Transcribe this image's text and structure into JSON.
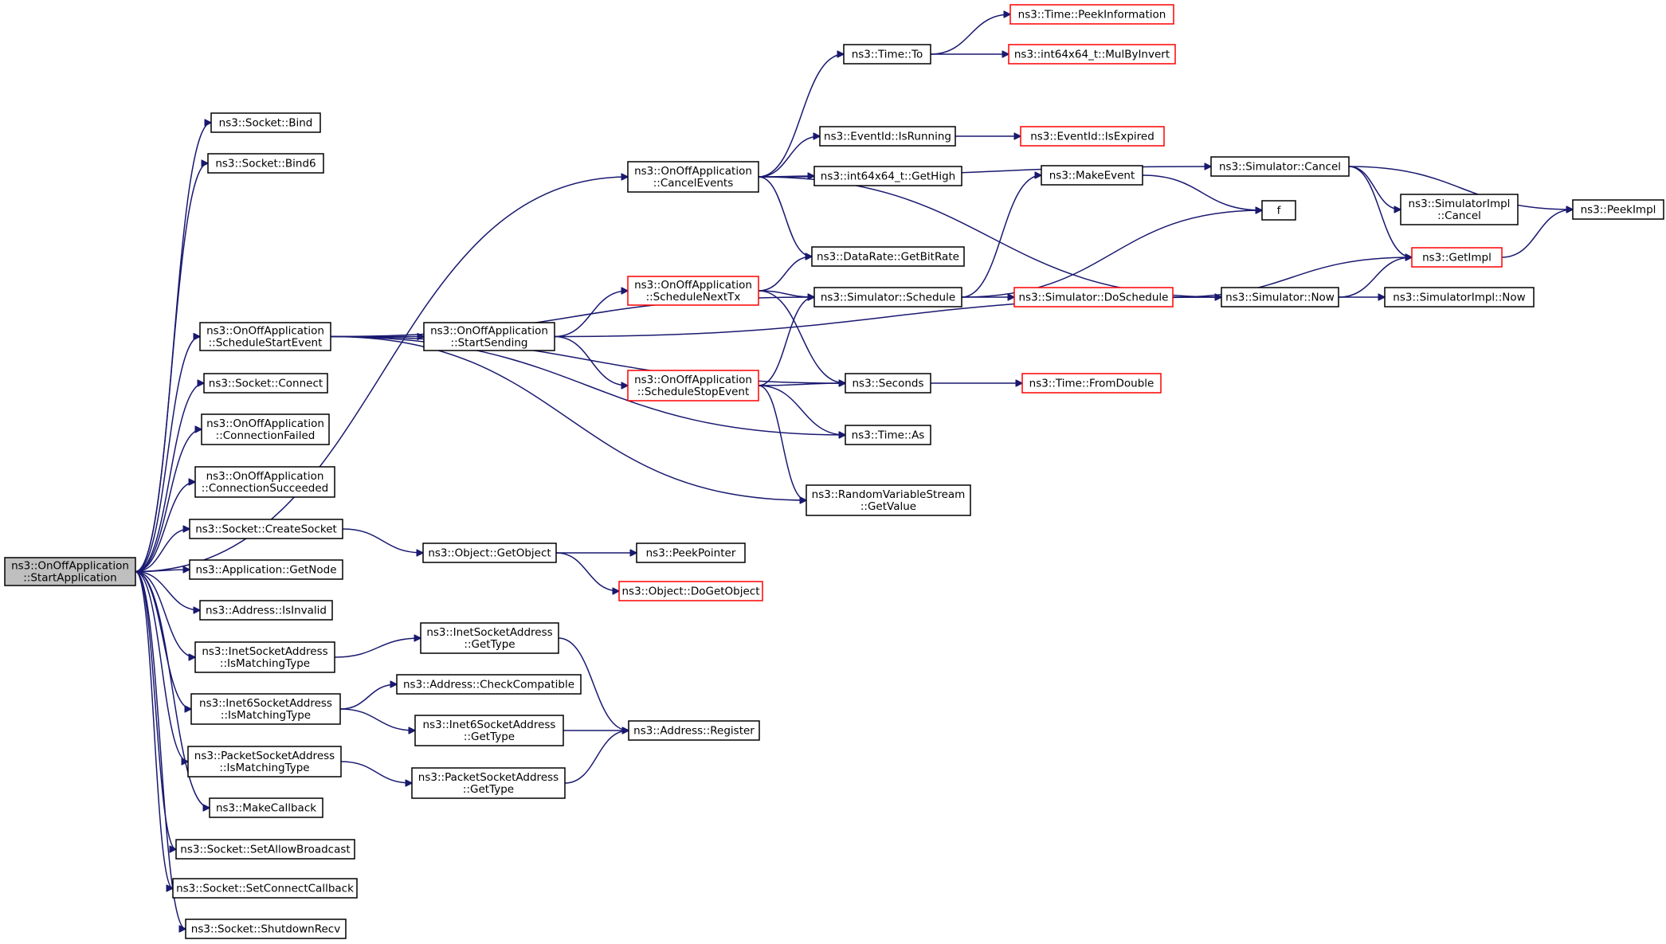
{
  "colors": {
    "edge": "#191970",
    "node_border_normal": "#000000",
    "node_border_truncated": "#ff0000",
    "root_fill": "#bfbfbf",
    "node_fill": "#ffffff"
  },
  "nodes": {
    "start": {
      "lines": [
        "ns3::OnOffApplication",
        "::StartApplication"
      ],
      "kind": "root"
    },
    "bind": {
      "lines": [
        "ns3::Socket::Bind"
      ],
      "kind": "normal"
    },
    "bind6": {
      "lines": [
        "ns3::Socket::Bind6"
      ],
      "kind": "normal"
    },
    "cancelEvents": {
      "lines": [
        "ns3::OnOffApplication",
        "::CancelEvents"
      ],
      "kind": "normal"
    },
    "scheduleStart": {
      "lines": [
        "ns3::OnOffApplication",
        "::ScheduleStartEvent"
      ],
      "kind": "normal"
    },
    "connect": {
      "lines": [
        "ns3::Socket::Connect"
      ],
      "kind": "normal"
    },
    "connFailed": {
      "lines": [
        "ns3::OnOffApplication",
        "::ConnectionFailed"
      ],
      "kind": "normal"
    },
    "connSucc": {
      "lines": [
        "ns3::OnOffApplication",
        "::ConnectionSucceeded"
      ],
      "kind": "normal"
    },
    "createSocket": {
      "lines": [
        "ns3::Socket::CreateSocket"
      ],
      "kind": "normal"
    },
    "getNode": {
      "lines": [
        "ns3::Application::GetNode"
      ],
      "kind": "normal"
    },
    "isInvalid": {
      "lines": [
        "ns3::Address::IsInvalid"
      ],
      "kind": "normal"
    },
    "inetMatch": {
      "lines": [
        "ns3::InetSocketAddress",
        "::IsMatchingType"
      ],
      "kind": "normal"
    },
    "inet6Match": {
      "lines": [
        "ns3::Inet6SocketAddress",
        "::IsMatchingType"
      ],
      "kind": "normal"
    },
    "packetMatch": {
      "lines": [
        "ns3::PacketSocketAddress",
        "::IsMatchingType"
      ],
      "kind": "normal"
    },
    "makeCallback": {
      "lines": [
        "ns3::MakeCallback"
      ],
      "kind": "normal"
    },
    "setAllowBroadcast": {
      "lines": [
        "ns3::Socket::SetAllowBroadcast"
      ],
      "kind": "normal"
    },
    "setConnectCallback": {
      "lines": [
        "ns3::Socket::SetConnectCallback"
      ],
      "kind": "normal"
    },
    "shutdownRecv": {
      "lines": [
        "ns3::Socket::ShutdownRecv"
      ],
      "kind": "normal"
    },
    "startSending": {
      "lines": [
        "ns3::OnOffApplication",
        "::StartSending"
      ],
      "kind": "normal"
    },
    "getObject": {
      "lines": [
        "ns3::Object::GetObject"
      ],
      "kind": "normal"
    },
    "inetGetType": {
      "lines": [
        "ns3::InetSocketAddress",
        "::GetType"
      ],
      "kind": "normal"
    },
    "checkCompat": {
      "lines": [
        "ns3::Address::CheckCompatible"
      ],
      "kind": "normal"
    },
    "inet6GetType": {
      "lines": [
        "ns3::Inet6SocketAddress",
        "::GetType"
      ],
      "kind": "normal"
    },
    "packetGetType": {
      "lines": [
        "ns3::PacketSocketAddress",
        "::GetType"
      ],
      "kind": "normal"
    },
    "scheduleNextTx": {
      "lines": [
        "ns3::OnOffApplication",
        "::ScheduleNextTx"
      ],
      "kind": "truncated"
    },
    "scheduleStop": {
      "lines": [
        "ns3::OnOffApplication",
        "::ScheduleStopEvent"
      ],
      "kind": "truncated"
    },
    "timeTo": {
      "lines": [
        "ns3::Time::To"
      ],
      "kind": "normal"
    },
    "isRunning": {
      "lines": [
        "ns3::EventId::IsRunning"
      ],
      "kind": "normal"
    },
    "getHigh": {
      "lines": [
        "ns3::int64x64_t::GetHigh"
      ],
      "kind": "normal"
    },
    "getBitRate": {
      "lines": [
        "ns3::DataRate::GetBitRate"
      ],
      "kind": "normal"
    },
    "schedule": {
      "lines": [
        "ns3::Simulator::Schedule"
      ],
      "kind": "normal"
    },
    "seconds": {
      "lines": [
        "ns3::Seconds"
      ],
      "kind": "normal"
    },
    "timeAs": {
      "lines": [
        "ns3::Time::As"
      ],
      "kind": "normal"
    },
    "getValue": {
      "lines": [
        "ns3::RandomVariableStream",
        "::GetValue"
      ],
      "kind": "normal"
    },
    "peekPointer": {
      "lines": [
        "ns3::PeekPointer"
      ],
      "kind": "normal"
    },
    "doGetObject": {
      "lines": [
        "ns3::Object::DoGetObject"
      ],
      "kind": "truncated"
    },
    "register": {
      "lines": [
        "ns3::Address::Register"
      ],
      "kind": "normal"
    },
    "peekInfo": {
      "lines": [
        "ns3::Time::PeekInformation"
      ],
      "kind": "truncated"
    },
    "mulByInvert": {
      "lines": [
        "ns3::int64x64_t::MulByInvert"
      ],
      "kind": "truncated"
    },
    "isExpired": {
      "lines": [
        "ns3::EventId::IsExpired"
      ],
      "kind": "truncated"
    },
    "makeEvent": {
      "lines": [
        "ns3::MakeEvent"
      ],
      "kind": "normal"
    },
    "doSchedule": {
      "lines": [
        "ns3::Simulator::DoSchedule"
      ],
      "kind": "truncated"
    },
    "fromDouble": {
      "lines": [
        "ns3::Time::FromDouble"
      ],
      "kind": "truncated"
    },
    "simCancel": {
      "lines": [
        "ns3::Simulator::Cancel"
      ],
      "kind": "normal"
    },
    "f": {
      "lines": [
        "f"
      ],
      "kind": "normal"
    },
    "simNow": {
      "lines": [
        "ns3::Simulator::Now"
      ],
      "kind": "normal"
    },
    "implCancel": {
      "lines": [
        "ns3::SimulatorImpl",
        "::Cancel"
      ],
      "kind": "normal"
    },
    "getImpl": {
      "lines": [
        "ns3::GetImpl"
      ],
      "kind": "truncated"
    },
    "implNow": {
      "lines": [
        "ns3::SimulatorImpl::Now"
      ],
      "kind": "normal"
    },
    "peekImpl": {
      "lines": [
        "ns3::PeekImpl"
      ],
      "kind": "normal"
    }
  },
  "edges": [
    [
      "start",
      "bind"
    ],
    [
      "start",
      "bind6"
    ],
    [
      "start",
      "cancelEvents"
    ],
    [
      "start",
      "scheduleStart"
    ],
    [
      "start",
      "connect"
    ],
    [
      "start",
      "connFailed"
    ],
    [
      "start",
      "connSucc"
    ],
    [
      "start",
      "createSocket"
    ],
    [
      "start",
      "getNode"
    ],
    [
      "start",
      "isInvalid"
    ],
    [
      "start",
      "inetMatch"
    ],
    [
      "start",
      "inet6Match"
    ],
    [
      "start",
      "packetMatch"
    ],
    [
      "start",
      "makeCallback"
    ],
    [
      "start",
      "setAllowBroadcast"
    ],
    [
      "start",
      "setConnectCallback"
    ],
    [
      "start",
      "shutdownRecv"
    ],
    [
      "cancelEvents",
      "timeTo"
    ],
    [
      "cancelEvents",
      "simCancel"
    ],
    [
      "cancelEvents",
      "isRunning"
    ],
    [
      "cancelEvents",
      "getHigh"
    ],
    [
      "cancelEvents",
      "getBitRate"
    ],
    [
      "cancelEvents",
      "simNow"
    ],
    [
      "scheduleStart",
      "schedule"
    ],
    [
      "scheduleStart",
      "startSending"
    ],
    [
      "scheduleStart",
      "seconds"
    ],
    [
      "scheduleStart",
      "timeAs"
    ],
    [
      "scheduleStart",
      "getValue"
    ],
    [
      "startSending",
      "scheduleNextTx"
    ],
    [
      "startSending",
      "scheduleStop"
    ],
    [
      "startSending",
      "simNow"
    ],
    [
      "scheduleNextTx",
      "getBitRate"
    ],
    [
      "scheduleNextTx",
      "schedule"
    ],
    [
      "scheduleNextTx",
      "seconds"
    ],
    [
      "scheduleStop",
      "schedule"
    ],
    [
      "scheduleStop",
      "seconds"
    ],
    [
      "scheduleStop",
      "timeAs"
    ],
    [
      "scheduleStop",
      "getValue"
    ],
    [
      "createSocket",
      "getObject"
    ],
    [
      "getObject",
      "peekPointer"
    ],
    [
      "getObject",
      "doGetObject"
    ],
    [
      "inetMatch",
      "inetGetType"
    ],
    [
      "inet6Match",
      "checkCompat"
    ],
    [
      "inet6Match",
      "inet6GetType"
    ],
    [
      "packetMatch",
      "packetGetType"
    ],
    [
      "inetGetType",
      "register"
    ],
    [
      "inet6GetType",
      "register"
    ],
    [
      "packetGetType",
      "register"
    ],
    [
      "timeTo",
      "peekInfo"
    ],
    [
      "timeTo",
      "mulByInvert"
    ],
    [
      "isRunning",
      "isExpired"
    ],
    [
      "schedule",
      "makeEvent"
    ],
    [
      "schedule",
      "f"
    ],
    [
      "schedule",
      "doSchedule"
    ],
    [
      "makeEvent",
      "f"
    ],
    [
      "doSchedule",
      "getImpl"
    ],
    [
      "doSchedule",
      "simNow"
    ],
    [
      "seconds",
      "fromDouble"
    ],
    [
      "simCancel",
      "implCancel"
    ],
    [
      "simCancel",
      "getImpl"
    ],
    [
      "simCancel",
      "peekImpl"
    ],
    [
      "simNow",
      "getImpl"
    ],
    [
      "simNow",
      "implNow"
    ],
    [
      "getImpl",
      "peekImpl"
    ]
  ]
}
